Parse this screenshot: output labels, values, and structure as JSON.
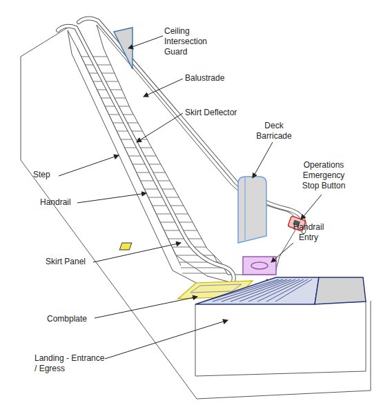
{
  "diagram": {
    "labels": [
      "Ceiling Intersection Guard",
      "Balustrade",
      "Skirt Deflector",
      "Deck Barricade",
      "Operations Emergency Stop Button",
      "Step",
      "Handrail",
      "Handrail Entry",
      "Skirt Panel",
      "Combplate",
      "Landing - Entrance / Egress"
    ]
  }
}
